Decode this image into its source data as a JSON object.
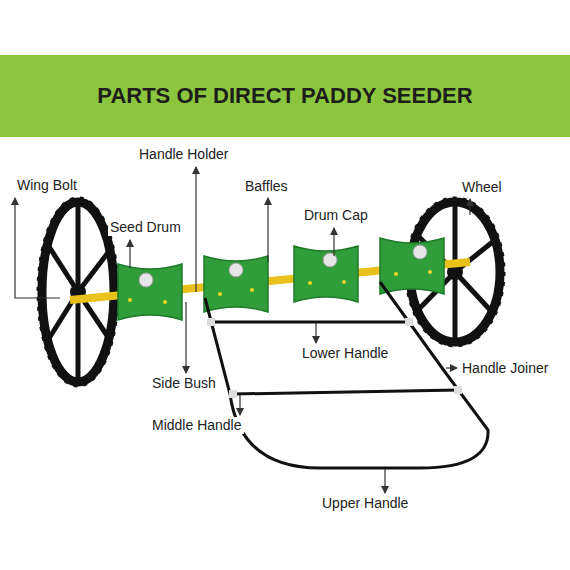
{
  "diagram": {
    "title": "PARTS OF DIRECT PADDY SEEDER",
    "labels": [
      "Handle Holder",
      "Wing Bolt",
      "Baffles",
      "Wheel",
      "Seed Drum",
      "Drum Cap",
      "Lower Handle",
      "Handle Joiner",
      "Side Bush",
      "Middle Handle",
      "Upper Handle"
    ]
  }
}
